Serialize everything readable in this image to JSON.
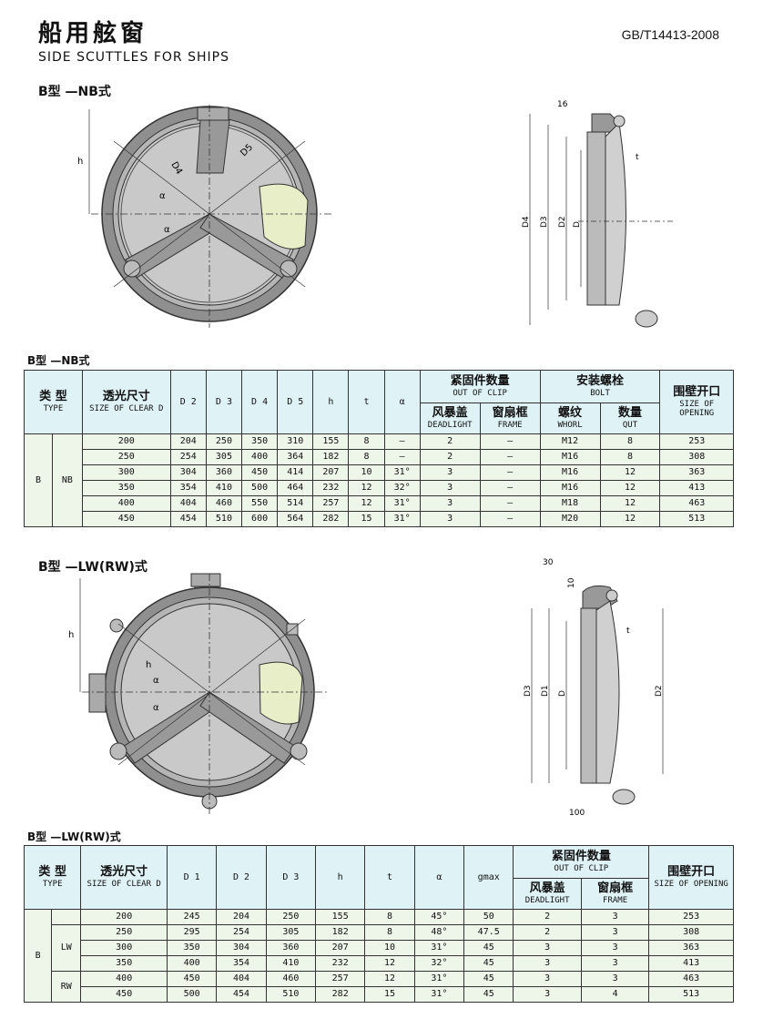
{
  "header": {
    "title_cn": "船用舷窗",
    "title_en": "SIDE SCUTTLES FOR SHIPS",
    "standard": "GB/T14413-2008"
  },
  "section1": {
    "heading": "B型 —NB式",
    "caption": "B型 —NB式",
    "labels": {
      "h": "h",
      "D4": "D4",
      "D5": "D5",
      "alpha": "α",
      "16": "16",
      "t": "t",
      "D": "D",
      "D2": "D2",
      "D3": "D3"
    },
    "table": {
      "h_type_cn": "类 型",
      "h_type_en": "TYPE",
      "h_clear_cn": "透光尺寸",
      "h_clear_en": "SIZE OF CLEAR D",
      "h_d2": "D 2",
      "h_d3": "D 3",
      "h_d4": "D 4",
      "h_d5": "D 5",
      "h_h": "h",
      "h_t": "t",
      "h_alpha": "α",
      "h_clip_cn": "紧固件数量",
      "h_clip_en": "OUT OF CLIP",
      "h_deadlight_cn": "风暴盖",
      "h_deadlight_en": "DEADLIGHT",
      "h_frame_cn": "窗扇框",
      "h_frame_en": "FRAME",
      "h_bolt_cn": "安装螺栓",
      "h_bolt_en": "BOLT",
      "h_whorl_cn": "螺纹",
      "h_whorl_en": "WHORL",
      "h_qut_cn": "数量",
      "h_qut_en": "QUT",
      "h_open_cn": "围壁开口",
      "h_open_en": "SIZE OF OPENING",
      "type_b": "B",
      "type_nb": "NB",
      "rows": [
        [
          "200",
          "204",
          "250",
          "350",
          "310",
          "155",
          "8",
          "—",
          "2",
          "—",
          "M12",
          "8",
          "253"
        ],
        [
          "250",
          "254",
          "305",
          "400",
          "364",
          "182",
          "8",
          "—",
          "2",
          "—",
          "M16",
          "8",
          "308"
        ],
        [
          "300",
          "304",
          "360",
          "450",
          "414",
          "207",
          "10",
          "31°",
          "3",
          "—",
          "M16",
          "12",
          "363"
        ],
        [
          "350",
          "354",
          "410",
          "500",
          "464",
          "232",
          "12",
          "32°",
          "3",
          "—",
          "M16",
          "12",
          "413"
        ],
        [
          "400",
          "404",
          "460",
          "550",
          "514",
          "257",
          "12",
          "31°",
          "3",
          "—",
          "M18",
          "12",
          "463"
        ],
        [
          "450",
          "454",
          "510",
          "600",
          "564",
          "282",
          "15",
          "31°",
          "3",
          "—",
          "M20",
          "12",
          "513"
        ]
      ]
    }
  },
  "section2": {
    "heading": "B型 —LW(RW)式",
    "caption": "B型 —LW(RW)式",
    "labels": {
      "h": "h",
      "alpha": "α",
      "30": "30",
      "10": "10",
      "t": "t",
      "D3": "D3",
      "D1": "D1",
      "D": "D",
      "D2": "D2",
      "100": "100"
    },
    "table": {
      "h_type_cn": "类 型",
      "h_type_en": "TYPE",
      "h_clear_cn": "透光尺寸",
      "h_clear_en": "SIZE OF CLEAR D",
      "h_d1": "D 1",
      "h_d2": "D 2",
      "h_d3": "D 3",
      "h_h": "h",
      "h_t": "t",
      "h_alpha": "α",
      "h_gmax": "gmax",
      "h_clip_cn": "紧固件数量",
      "h_clip_en": "OUT OF CLIP",
      "h_deadlight_cn": "风暴盖",
      "h_deadlight_en": "DEADLIGHT",
      "h_frame_cn": "窗扇框",
      "h_frame_en": "FRAME",
      "h_open_cn": "围壁开口",
      "h_open_en": "SIZE OF OPENING",
      "type_b": "B",
      "type_lw": "LW",
      "type_rw": "RW",
      "rows": [
        [
          "200",
          "245",
          "204",
          "250",
          "155",
          "8",
          "45°",
          "50",
          "2",
          "3",
          "253"
        ],
        [
          "250",
          "295",
          "254",
          "305",
          "182",
          "8",
          "48°",
          "47.5",
          "2",
          "3",
          "308"
        ],
        [
          "300",
          "350",
          "304",
          "360",
          "207",
          "10",
          "31°",
          "45",
          "3",
          "3",
          "363"
        ],
        [
          "350",
          "400",
          "354",
          "410",
          "232",
          "12",
          "32°",
          "45",
          "3",
          "3",
          "413"
        ],
        [
          "400",
          "450",
          "404",
          "460",
          "257",
          "12",
          "31°",
          "45",
          "3",
          "3",
          "463"
        ],
        [
          "450",
          "500",
          "454",
          "510",
          "282",
          "15",
          "31°",
          "45",
          "3",
          "4",
          "513"
        ]
      ]
    }
  },
  "colors": {
    "metal": "#9a9a9a",
    "glass": "#e8efc8",
    "header_bg": "#dff3f7",
    "row_bg": "#eef6ea"
  }
}
